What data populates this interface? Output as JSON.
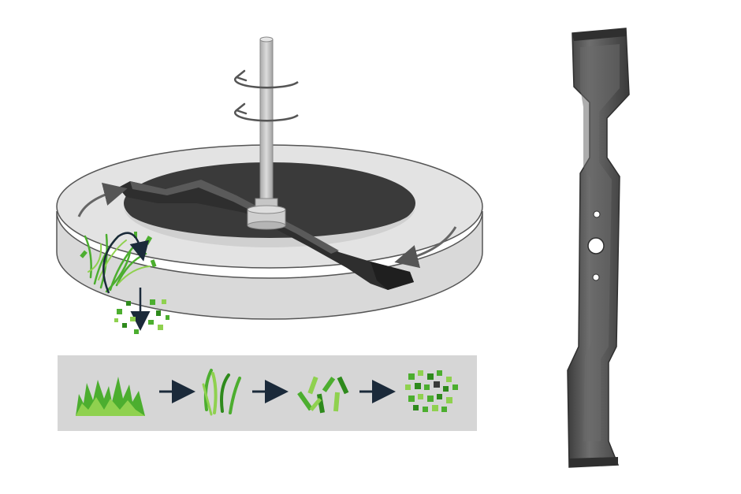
{
  "colors": {
    "background": "#ffffff",
    "deck_fill": "#d9d9d9",
    "deck_stroke": "#555555",
    "deck_opening": "#3a3a3a",
    "blade_dark": "#2e2e2e",
    "blade_top": "#5a5a5a",
    "shaft": "#c2c2c2",
    "rotation_arrow": "#555555",
    "airflow_arrow": "#666666",
    "downdraft_arrow": "#1b2a3a",
    "grass_light": "#8fd14f",
    "grass_mid": "#4cae2f",
    "grass_dark": "#2e8a1c",
    "panel_fill": "#d6d6d6",
    "step_arrow": "#1b2a3a",
    "photo_blade": "#555555",
    "photo_blade_edge": "#2f2f2f"
  },
  "diagram": {
    "icons": [
      "rotation-arrow-icon",
      "airflow-arrow-icon",
      "downdraft-arrow-icon",
      "grass-clump-icon",
      "grass-blades-icon",
      "grass-pieces-icon",
      "mulch-icon",
      "step-arrow-icon"
    ],
    "process_steps": [
      {
        "name": "grass-clump",
        "icon": "grass-clump-icon"
      },
      {
        "name": "grass-blades",
        "icon": "grass-blades-icon"
      },
      {
        "name": "grass-pieces",
        "icon": "grass-pieces-icon"
      },
      {
        "name": "mulch",
        "icon": "mulch-icon"
      }
    ]
  }
}
